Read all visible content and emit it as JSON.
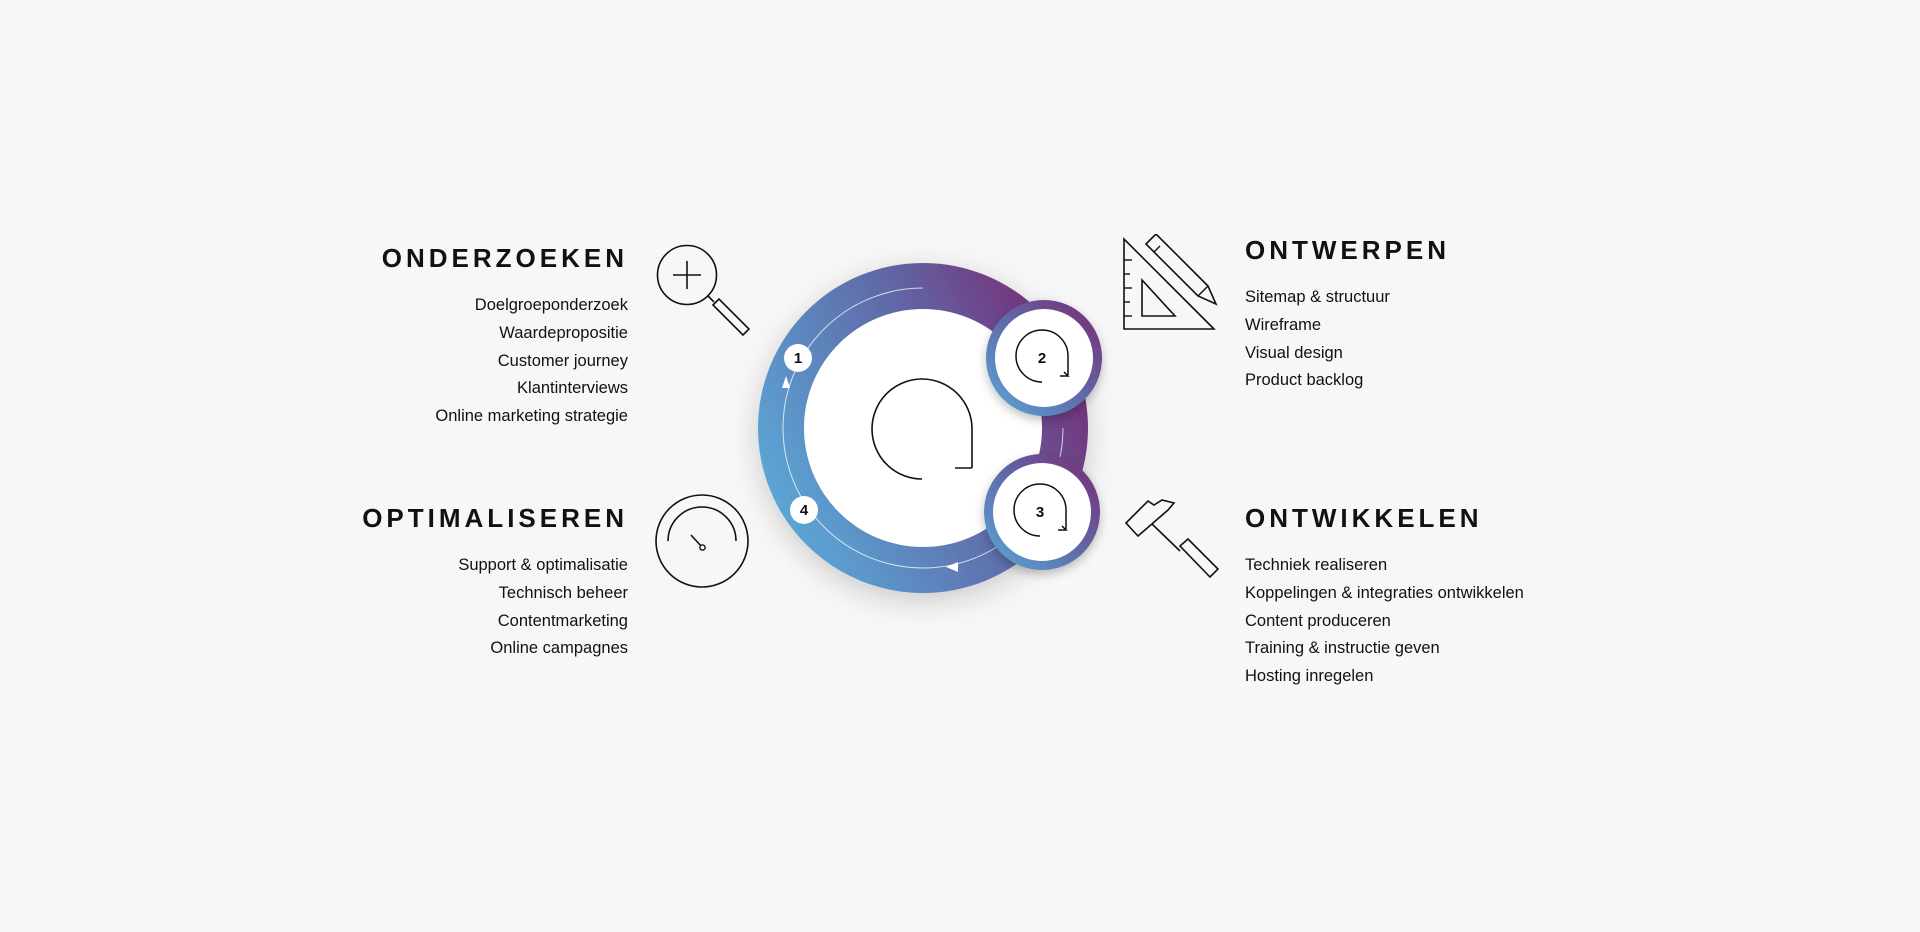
{
  "phases": [
    {
      "id": "onderzoeken",
      "title": "ONDERZOEKEN",
      "icon": "magnifier-icon",
      "items": [
        "Doelgroeponderzoek",
        "Waardepropositie",
        "Customer journey",
        "Klantinterviews",
        "Online marketing strategie"
      ]
    },
    {
      "id": "ontwerpen",
      "title": "ONTWERPEN",
      "icon": "set-square-pencil-icon",
      "items": [
        "Sitemap & structuur",
        "Wireframe",
        "Visual design",
        "Product backlog"
      ]
    },
    {
      "id": "ontwikkelen",
      "title": "ONTWIKKELEN",
      "icon": "hammer-icon",
      "items": [
        "Techniek realiseren",
        "Koppelingen & integraties ontwikkelen",
        "Content produceren",
        "Training & instructie geven",
        "Hosting inregelen"
      ]
    },
    {
      "id": "optimaliseren",
      "title": "OPTIMALISEREN",
      "icon": "gauge-icon",
      "items": [
        "Support & optimalisatie",
        "Technisch beheer",
        "Contentmarketing",
        "Online campagnes"
      ]
    }
  ],
  "cycle": {
    "step_labels": [
      "1",
      "2",
      "3",
      "4"
    ],
    "center_icon": "refresh-cycle-icon",
    "colors": {
      "blue": "#5aa9d8",
      "mid": "#5f6aa8",
      "purple": "#7a2670"
    }
  }
}
